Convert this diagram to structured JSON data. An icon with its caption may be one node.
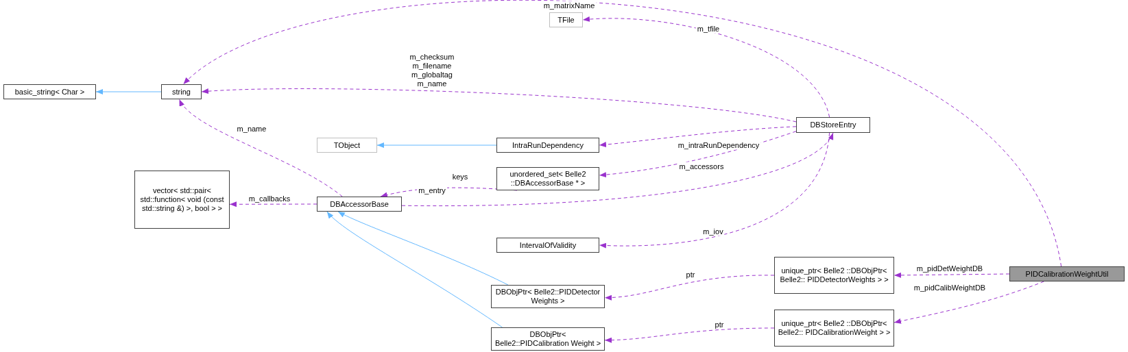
{
  "diagram": {
    "nodes": [
      {
        "text": [
          "basic_string< Char >"
        ]
      },
      {
        "text": [
          "string"
        ]
      },
      {
        "text": [
          "TFile"
        ]
      },
      {
        "text": [
          "TObject"
        ]
      },
      {
        "text": [
          "IntraRunDependency"
        ]
      },
      {
        "text": [
          "DBStoreEntry"
        ]
      },
      {
        "text": [
          "unordered_set< Belle2 ::DBAccessorBase * >"
        ]
      },
      {
        "text": [
          "vector< std::pair< std::function< void (const std::string &) >, bool > >"
        ]
      },
      {
        "text": [
          "DBAccessorBase"
        ]
      },
      {
        "text": [
          "IntervalOfValidity"
        ]
      },
      {
        "text": [
          "DBObjPtr< Belle2::PIDDetector Weights >"
        ]
      },
      {
        "text": [
          "unique_ptr< Belle2 ::DBObjPtr< Belle2:: PIDDetectorWeights > >"
        ]
      },
      {
        "text": [
          "PIDCalibrationWeightUtil"
        ]
      },
      {
        "text": [
          "DBObjPtr< Belle2::PIDCalibration Weight >"
        ]
      },
      {
        "text": [
          "unique_ptr< Belle2 ::DBObjPtr< Belle2:: PIDCalibrationWeight > >"
        ]
      }
    ],
    "edges": [
      {
        "from": 1,
        "to": 0,
        "arrow": "to",
        "color": "#63b8ff"
      },
      {
        "from": 4,
        "to": 3,
        "arrow": "to",
        "color": "#63b8ff"
      },
      {
        "from": 10,
        "to": 8,
        "arrow": "to",
        "color": "#63b8ff"
      },
      {
        "from": 13,
        "to": 8,
        "arrow": "to",
        "color": "#63b8ff"
      },
      {
        "from": 12,
        "to": 1,
        "arrow": "to",
        "label": "m_matrixName",
        "style": "dashed"
      },
      {
        "from": 5,
        "to": 2,
        "arrow": "to",
        "label": "m_tfile",
        "style": "dashed"
      },
      {
        "from": 5,
        "to": 1,
        "arrow": "to",
        "label": "m_checksum m_filename m_globaltag m_name",
        "style": "dashed"
      },
      {
        "from": 8,
        "to": 1,
        "arrow": "to",
        "label": "m_name",
        "style": "dashed"
      },
      {
        "from": 5,
        "to": 4,
        "arrow": "to",
        "label": "m_intraRunDependency",
        "style": "dashed"
      },
      {
        "from": 5,
        "to": 6,
        "arrow": "to",
        "label": "m_accessors",
        "style": "dashed"
      },
      {
        "from": 6,
        "to": 8,
        "arrow": "to",
        "label": "keys",
        "style": "dashed"
      },
      {
        "from": 8,
        "to": 7,
        "arrow": "to",
        "label": "m_callbacks",
        "style": "dashed"
      },
      {
        "from": 8,
        "to": 5,
        "arrow": "to",
        "label": "m_entry",
        "style": "dashed"
      },
      {
        "from": 5,
        "to": 9,
        "arrow": "to",
        "label": "m_iov",
        "style": "dashed"
      },
      {
        "from": 11,
        "to": 10,
        "arrow": "to",
        "label": "ptr",
        "style": "dashed"
      },
      {
        "from": 12,
        "to": 11,
        "arrow": "to",
        "label": "m_pidDetWeightDB",
        "style": "dashed"
      },
      {
        "from": 12,
        "to": 14,
        "arrow": "to",
        "label": "m_pidCalibWeightDB",
        "style": "dashed"
      },
      {
        "from": 14,
        "to": 13,
        "arrow": "to",
        "label": "ptr",
        "style": "dashed"
      }
    ]
  }
}
